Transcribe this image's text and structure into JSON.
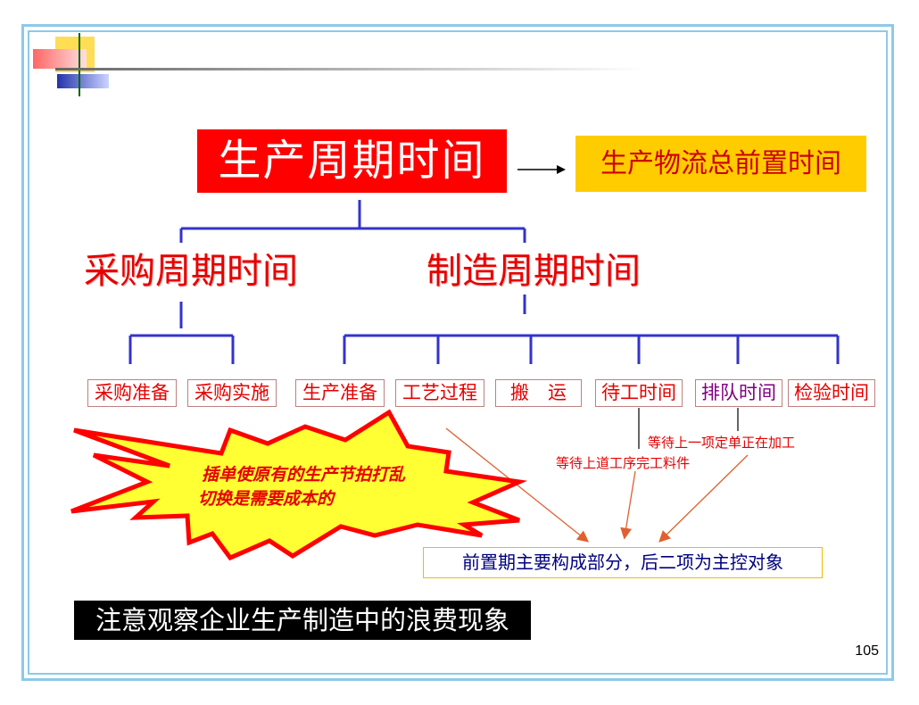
{
  "title": "生产周期时间",
  "equivalent": "生产物流总前置时间",
  "branches": {
    "left": "采购周期时间",
    "right": "制造周期时间"
  },
  "leaves": [
    "采购准备",
    "采购实施",
    "生产准备",
    "工艺过程",
    "搬　运",
    "待工时间",
    "排队时间",
    "检验时间"
  ],
  "notes": {
    "queue": "等待上一项定单正在加工",
    "wait": "等待上道工序完工料件"
  },
  "summary": "前置期主要构成部分，后二项为主控对象",
  "burst": {
    "line1": "插单使原有的生产节拍打乱",
    "line2": "切换是需要成本的"
  },
  "bottom_banner": "注意观察企业生产制造中的浪费现象",
  "page_number": "105",
  "colors": {
    "frame": "#8ec9ea",
    "title_bg": "#ff0000",
    "equiv_bg": "#ffcc00",
    "connector": "#3333cc",
    "burst_fill": "#ffff33",
    "burst_stroke": "#ff0000",
    "text_red": "#e60000",
    "arrow": "#e06030"
  }
}
